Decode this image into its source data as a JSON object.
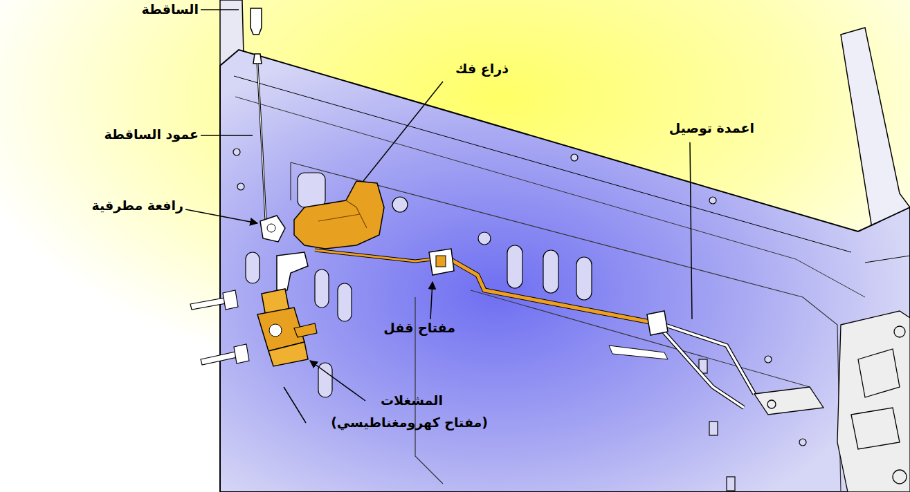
{
  "diagram": {
    "labels": [
      "الساقطة",
      "ذراع فك",
      "اعمدة توصيل",
      "عمود الساقطة",
      "رافعة مطرقية",
      "مفتاح قفل",
      "المشغلات",
      "(مفتاح كهرومغناطيسي)"
    ]
  }
}
